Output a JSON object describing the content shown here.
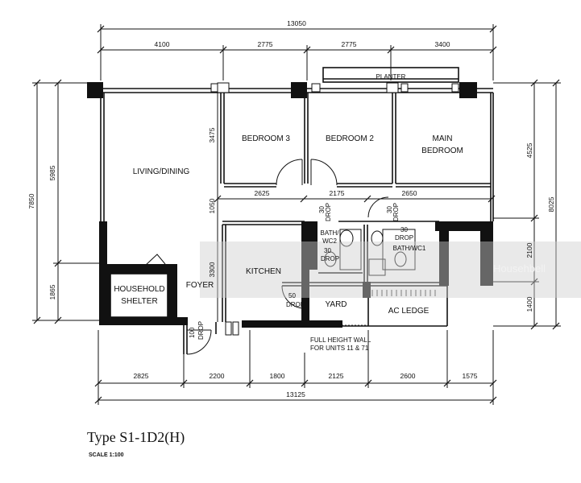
{
  "dimensions": {
    "top_total": "13050",
    "top_segments": [
      "4100",
      "2775",
      "2775",
      "3400"
    ],
    "bottom_total": "13125",
    "bottom_segments": [
      "2825",
      "2200",
      "1800",
      "2125",
      "2600",
      "1575"
    ],
    "left_outer": "7850",
    "left_upper": "5985",
    "left_lower": "1865",
    "right_outer": "8025",
    "right_upper": "4525",
    "right_middle": "2100",
    "right_lower": "1400",
    "mid_row": [
      "2625",
      "2175",
      "2650"
    ],
    "bedroom3_height": "3475",
    "corridor_height": "1050",
    "kitchen_height": "3300"
  },
  "rooms": {
    "planter": "PLANTER",
    "bedroom3": "BEDROOM 3",
    "bedroom2": "BEDROOM 2",
    "main_bedroom_line1": "MAIN",
    "main_bedroom_line2": "BEDROOM",
    "living_dining": "LIVING/DINING",
    "kitchen": "KITCHEN",
    "foyer": "FOYER",
    "household_shelter_line1": "HOUSEHOLD",
    "household_shelter_line2": "SHELTER",
    "yard": "YARD",
    "ac_ledge": "AC LEDGE",
    "bath_wc2_line1": "BATH/",
    "bath_wc2_line2": "WC2",
    "bath_wc1": "BATH/WC1"
  },
  "drops": {
    "drop_label": "DROP",
    "d30": "30",
    "d50": "50",
    "d100": "100"
  },
  "notes": {
    "full_height_line1": "FULL HEIGHT WALL",
    "full_height_line2": "FOR UNITS 11 & 71"
  },
  "watermark": "Househbell",
  "plan_title": "Type S1-1D2(H)",
  "scale": "SCALE 1:100"
}
